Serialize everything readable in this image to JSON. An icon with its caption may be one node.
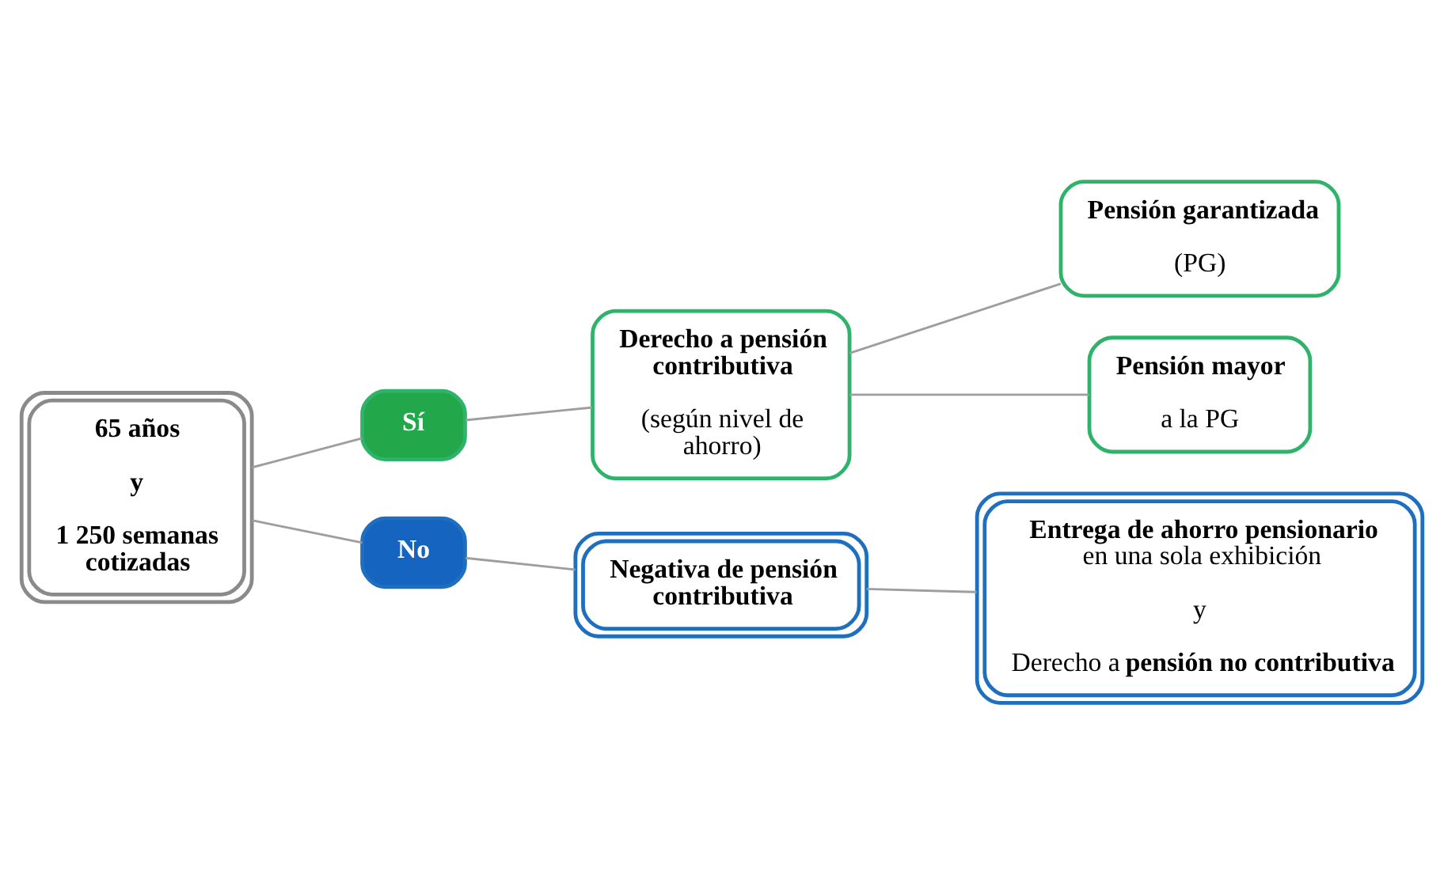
{
  "diagram": {
    "nodes": [
      {
        "text": [
          "65 años",
          "y",
          "1 250 semanas cotizadas"
        ]
      },
      {
        "text": [
          "Sí"
        ]
      },
      {
        "text": [
          "No"
        ]
      },
      {
        "text": [
          "Derecho a pensión contributiva",
          "(según nivel de ahorro)"
        ]
      },
      {
        "text": [
          "Pensión garantizada",
          "(PG)"
        ]
      },
      {
        "text": [
          "Pensión mayor",
          "a la PG"
        ]
      },
      {
        "text": [
          "Negativa de pensión contributiva"
        ]
      },
      {
        "text": [
          "**Entrega de ahorro pensionario** en una sola exhibición",
          "y",
          "Derecho a **pensión no contributiva**"
        ]
      }
    ],
    "edges": [
      {
        "from": 0,
        "to": 1,
        "arrow": "none"
      },
      {
        "from": 0,
        "to": 2,
        "arrow": "none"
      },
      {
        "from": 1,
        "to": 3,
        "arrow": "none"
      },
      {
        "from": 3,
        "to": 4,
        "arrow": "none"
      },
      {
        "from": 3,
        "to": 5,
        "arrow": "none"
      },
      {
        "from": 2,
        "to": 6,
        "arrow": "none"
      },
      {
        "from": 6,
        "to": 7,
        "arrow": "none"
      }
    ]
  }
}
